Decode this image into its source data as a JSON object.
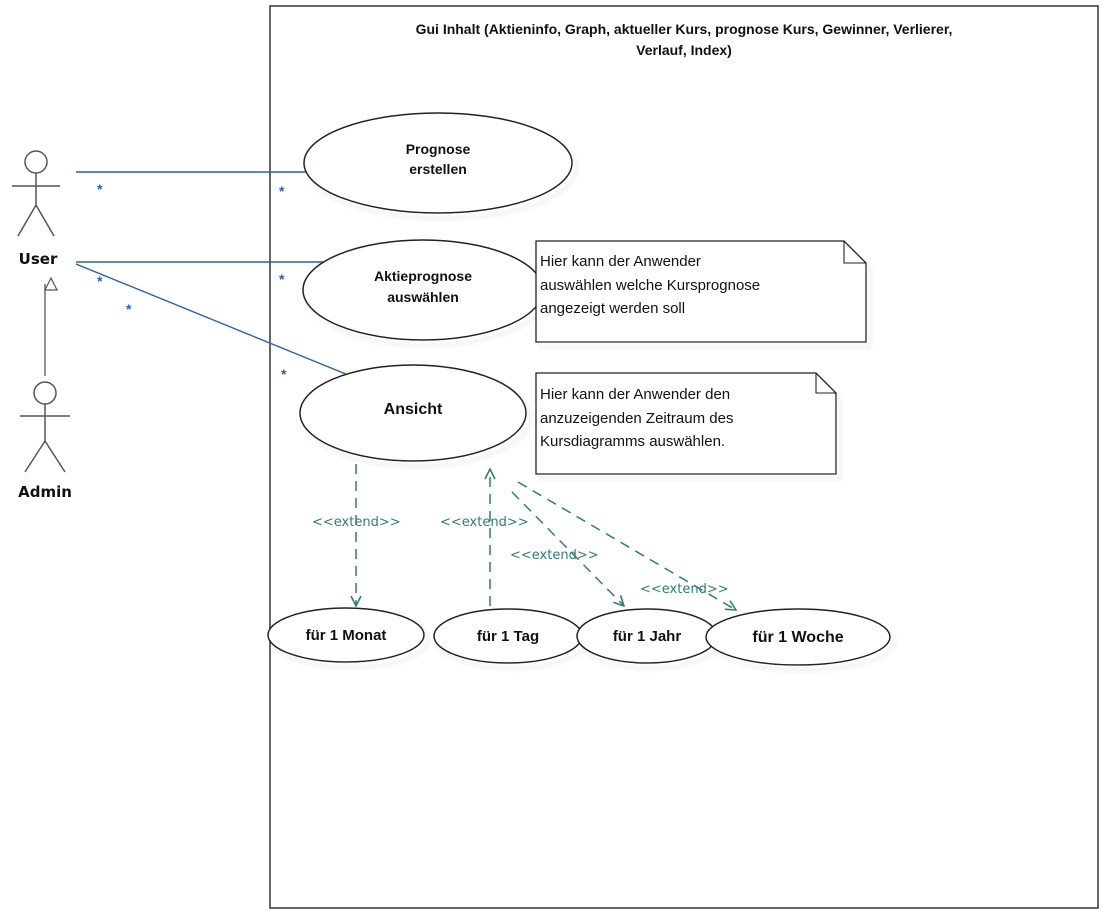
{
  "system_boundary": {
    "title_line1": "Gui Inhalt (Aktieninfo, Graph, aktueller Kurs, prognose Kurs, Gewinner, Verlierer,",
    "title_line2": "Verlauf, Index)"
  },
  "actors": {
    "user": "User",
    "admin": "Admin"
  },
  "use_cases": {
    "prognose": {
      "line1": "Prognose",
      "line2": "erstellen"
    },
    "aktie": {
      "line1": "Aktieprognose",
      "line2": "auswählen"
    },
    "ansicht": "Ansicht",
    "monat": "für 1 Monat",
    "tag": "für 1 Tag",
    "jahr": "für 1 Jahr",
    "woche": "für 1 Woche"
  },
  "notes": {
    "note1": {
      "line1": "Hier kann der  Anwender",
      "line2": "auswählen welche Kursprognose",
      "line3": "angezeigt werden soll"
    },
    "note2": {
      "line1": "Hier kann der Anwender den",
      "line2": "anzuzeigenden Zeitraum des",
      "line3": "Kursdiagramms auswählen."
    }
  },
  "relations": {
    "extend": "<<extend>>",
    "multiplicity": "*"
  },
  "colors": {
    "association": "#2d5fb0",
    "extend": "#2e7d74",
    "note_shadow": "#e3e3e3"
  }
}
